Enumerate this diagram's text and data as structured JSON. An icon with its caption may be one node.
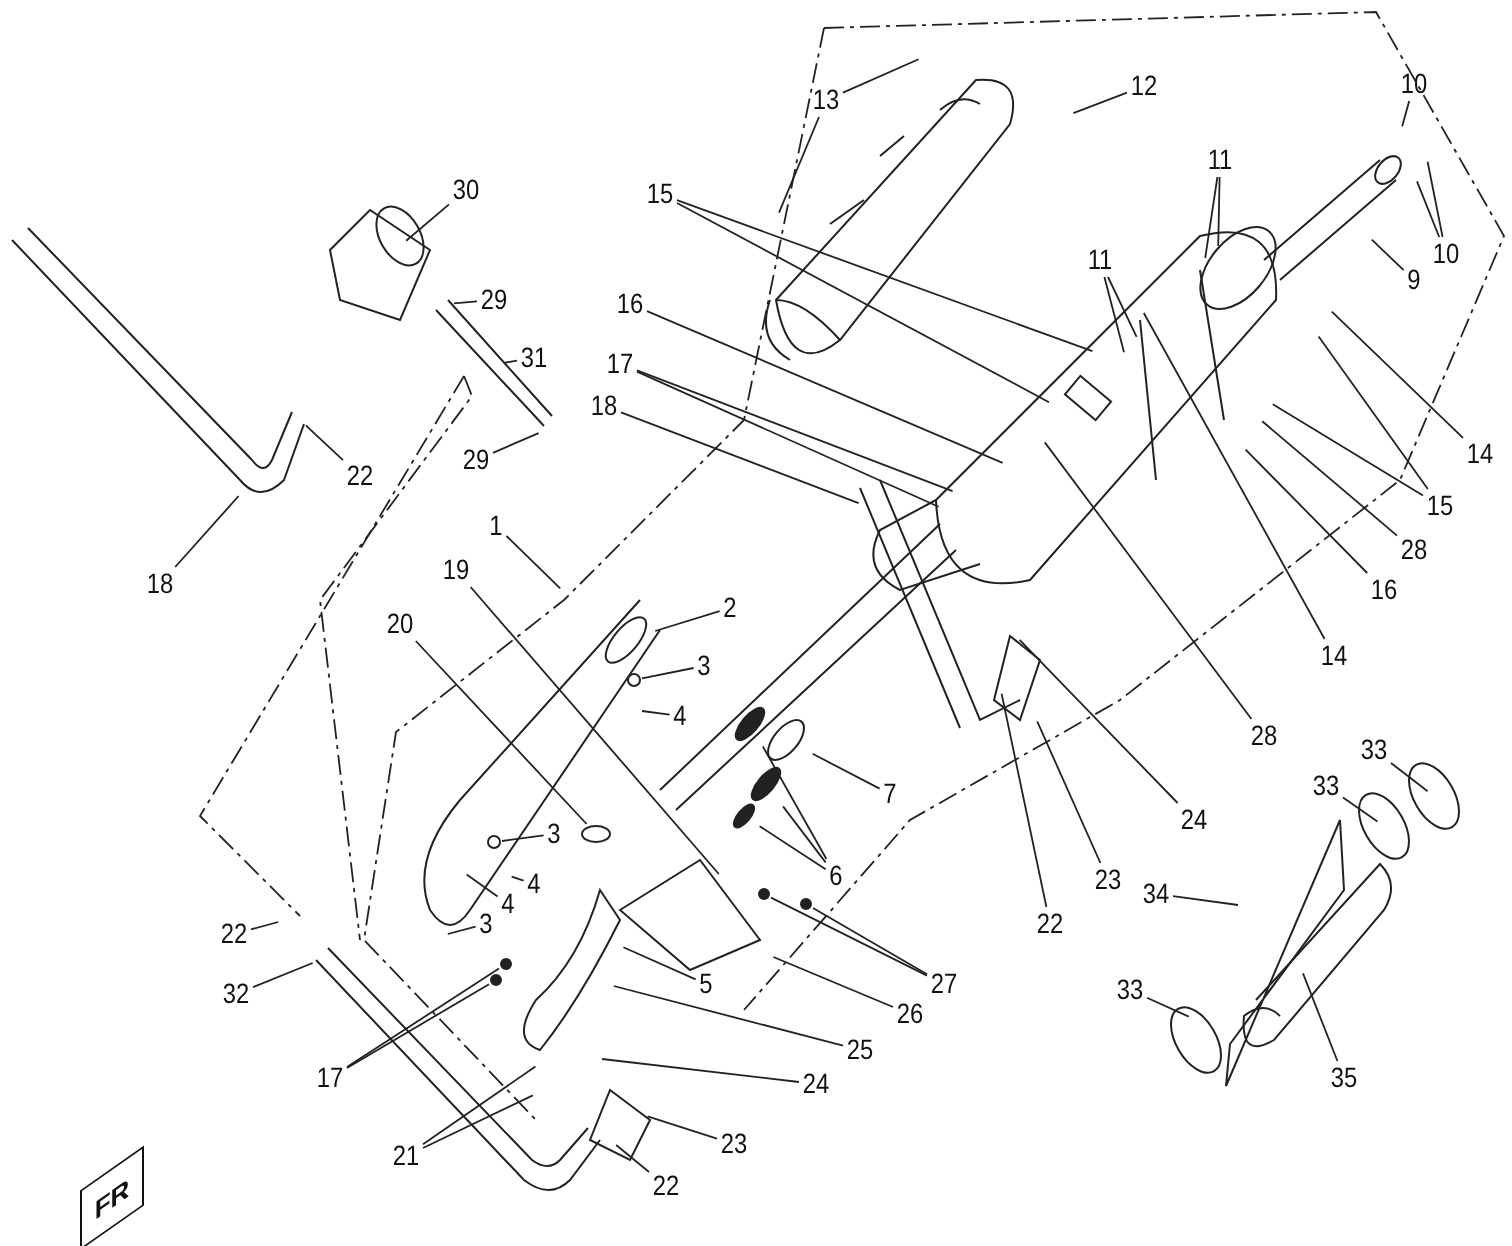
{
  "diagram": {
    "nodes": [
      {
        "text": [
          "13"
        ]
      },
      {
        "text": [
          "12"
        ]
      },
      {
        "text": [
          "10"
        ]
      },
      {
        "text": [
          "11"
        ]
      },
      {
        "text": [
          "30"
        ]
      },
      {
        "text": [
          "15"
        ]
      },
      {
        "text": [
          "10"
        ]
      },
      {
        "text": [
          "11"
        ]
      },
      {
        "text": [
          "9"
        ]
      },
      {
        "text": [
          "29"
        ]
      },
      {
        "text": [
          "16"
        ]
      },
      {
        "text": [
          "31"
        ]
      },
      {
        "text": [
          "17"
        ]
      },
      {
        "text": [
          "18"
        ]
      },
      {
        "text": [
          "14"
        ]
      },
      {
        "text": [
          "29"
        ]
      },
      {
        "text": [
          "22"
        ]
      },
      {
        "text": [
          "15"
        ]
      },
      {
        "text": [
          "1"
        ]
      },
      {
        "text": [
          "28"
        ]
      },
      {
        "text": [
          "19"
        ]
      },
      {
        "text": [
          "18"
        ]
      },
      {
        "text": [
          "16"
        ]
      },
      {
        "text": [
          "2"
        ]
      },
      {
        "text": [
          "20"
        ]
      },
      {
        "text": [
          "14"
        ]
      },
      {
        "text": [
          "3"
        ]
      },
      {
        "text": [
          "4"
        ]
      },
      {
        "text": [
          "28"
        ]
      },
      {
        "text": [
          "33"
        ]
      },
      {
        "text": [
          "33"
        ]
      },
      {
        "text": [
          "7"
        ]
      },
      {
        "text": [
          "24"
        ]
      },
      {
        "text": [
          "3"
        ]
      },
      {
        "text": [
          "6"
        ]
      },
      {
        "text": [
          "23"
        ]
      },
      {
        "text": [
          "4"
        ]
      },
      {
        "text": [
          "34"
        ]
      },
      {
        "text": [
          "4"
        ]
      },
      {
        "text": [
          "22"
        ]
      },
      {
        "text": [
          "3"
        ]
      },
      {
        "text": [
          "22"
        ]
      },
      {
        "text": [
          "27"
        ]
      },
      {
        "text": [
          "5"
        ]
      },
      {
        "text": [
          "33"
        ]
      },
      {
        "text": [
          "32"
        ]
      },
      {
        "text": [
          "26"
        ]
      },
      {
        "text": [
          "25"
        ]
      },
      {
        "text": [
          "17"
        ]
      },
      {
        "text": [
          "35"
        ]
      },
      {
        "text": [
          "24"
        ]
      },
      {
        "text": [
          "23"
        ]
      },
      {
        "text": [
          "21"
        ]
      },
      {
        "text": [
          "22"
        ]
      },
      {
        "text": [],
        "shape": "circle"
      },
      {
        "text": [],
        "shape": "circle"
      },
      {
        "text": [],
        "shape": "circle"
      },
      {
        "text": [],
        "shape": "circle"
      },
      {
        "text": [],
        "shape": "circle"
      },
      {
        "text": [],
        "shape": "circle"
      },
      {
        "text": [],
        "shape": "circle"
      },
      {
        "text": [],
        "shape": "circle"
      },
      {
        "text": [],
        "shape": "circle"
      },
      {
        "text": [],
        "shape": "circle"
      },
      {
        "text": [],
        "shape": "circle"
      },
      {
        "text": [],
        "shape": "circle"
      }
    ],
    "edges": [
      {
        "from": 0,
        "to": null,
        "arrow": "none"
      },
      {
        "from": 0,
        "to": null,
        "arrow": "none"
      },
      {
        "from": 1,
        "to": null,
        "arrow": "none"
      },
      {
        "from": 2,
        "to": null,
        "arrow": "none"
      },
      {
        "from": 3,
        "to": null,
        "arrow": "none"
      },
      {
        "from": 3,
        "to": null,
        "arrow": "none"
      },
      {
        "from": 4,
        "to": null,
        "arrow": "none"
      },
      {
        "from": 5,
        "to": null,
        "arrow": "none"
      },
      {
        "from": 5,
        "to": null,
        "arrow": "none"
      },
      {
        "from": 6,
        "to": null,
        "arrow": "none"
      },
      {
        "from": 6,
        "to": null,
        "arrow": "none"
      },
      {
        "from": 7,
        "to": null,
        "arrow": "none"
      },
      {
        "from": 7,
        "to": null,
        "arrow": "none"
      },
      {
        "from": 8,
        "to": null,
        "arrow": "none"
      },
      {
        "from": 9,
        "to": null,
        "arrow": "none"
      },
      {
        "from": 10,
        "to": null,
        "arrow": "none"
      },
      {
        "from": 11,
        "to": null,
        "arrow": "none"
      },
      {
        "from": 12,
        "to": null,
        "arrow": "none"
      },
      {
        "from": 12,
        "to": null,
        "arrow": "none"
      },
      {
        "from": 13,
        "to": null,
        "arrow": "none"
      },
      {
        "from": 14,
        "to": null,
        "arrow": "none"
      },
      {
        "from": 15,
        "to": null,
        "arrow": "none"
      },
      {
        "from": 16,
        "to": null,
        "arrow": "none"
      },
      {
        "from": 17,
        "to": null,
        "arrow": "none"
      },
      {
        "from": 17,
        "to": null,
        "arrow": "none"
      },
      {
        "from": 18,
        "to": null,
        "arrow": "none"
      },
      {
        "from": 19,
        "to": null,
        "arrow": "none"
      },
      {
        "from": 20,
        "to": null,
        "arrow": "none"
      },
      {
        "from": 21,
        "to": null,
        "arrow": "none"
      },
      {
        "from": 22,
        "to": null,
        "arrow": "none"
      },
      {
        "from": 23,
        "to": 64,
        "arrow": "none"
      },
      {
        "from": 24,
        "to": 54,
        "arrow": "none"
      },
      {
        "from": 25,
        "to": null,
        "arrow": "none"
      },
      {
        "from": 26,
        "to": 55,
        "arrow": "none"
      },
      {
        "from": 27,
        "to": null,
        "arrow": "none"
      },
      {
        "from": 28,
        "to": null,
        "arrow": "none"
      },
      {
        "from": 29,
        "to": null,
        "arrow": "none"
      },
      {
        "from": 30,
        "to": null,
        "arrow": "none"
      },
      {
        "from": 31,
        "to": 65,
        "arrow": "none"
      },
      {
        "from": 32,
        "to": null,
        "arrow": "none"
      },
      {
        "from": 33,
        "to": 56,
        "arrow": "none"
      },
      {
        "from": 34,
        "to": 57,
        "arrow": "none"
      },
      {
        "from": 34,
        "to": 58,
        "arrow": "none"
      },
      {
        "from": 34,
        "to": 59,
        "arrow": "none"
      },
      {
        "from": 35,
        "to": null,
        "arrow": "none"
      },
      {
        "from": 36,
        "to": null,
        "arrow": "none"
      },
      {
        "from": 37,
        "to": null,
        "arrow": "none"
      },
      {
        "from": 38,
        "to": null,
        "arrow": "none"
      },
      {
        "from": 39,
        "to": null,
        "arrow": "none"
      },
      {
        "from": 40,
        "to": null,
        "arrow": "none"
      },
      {
        "from": 41,
        "to": null,
        "arrow": "none"
      },
      {
        "from": 42,
        "to": 60,
        "arrow": "none"
      },
      {
        "from": 42,
        "to": 61,
        "arrow": "none"
      },
      {
        "from": 43,
        "to": null,
        "arrow": "none"
      },
      {
        "from": 44,
        "to": null,
        "arrow": "none"
      },
      {
        "from": 45,
        "to": null,
        "arrow": "none"
      },
      {
        "from": 46,
        "to": null,
        "arrow": "none"
      },
      {
        "from": 47,
        "to": null,
        "arrow": "none"
      },
      {
        "from": 48,
        "to": 62,
        "arrow": "none"
      },
      {
        "from": 48,
        "to": 63,
        "arrow": "none"
      },
      {
        "from": 49,
        "to": null,
        "arrow": "none"
      },
      {
        "from": 50,
        "to": null,
        "arrow": "none"
      },
      {
        "from": 51,
        "to": null,
        "arrow": "none"
      },
      {
        "from": 52,
        "to": null,
        "arrow": "none"
      },
      {
        "from": 52,
        "to": null,
        "arrow": "none"
      },
      {
        "from": 53,
        "to": null,
        "arrow": "none"
      }
    ],
    "labels": [
      "FR"
    ]
  }
}
